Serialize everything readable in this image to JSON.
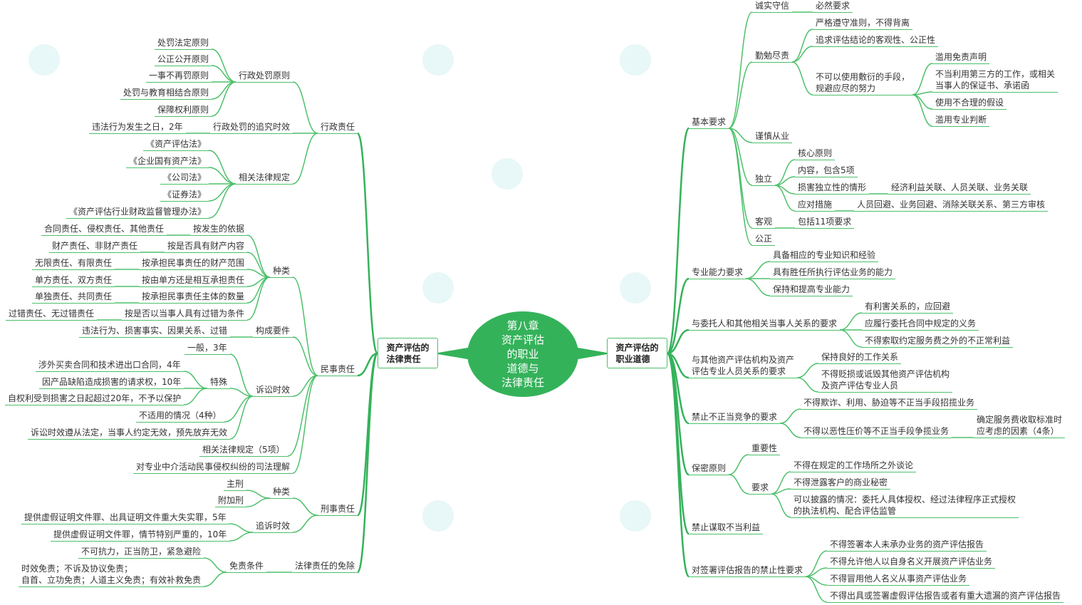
{
  "center_topic": "第八章\n资产评估\n的职业\n道德与\n法律责任",
  "legal": {
    "title": "资产评估的\n法律责任",
    "admin": {
      "label": "行政责任",
      "principles": {
        "label": "行政处罚原则",
        "items": [
          "处罚法定原则",
          "公正公开原则",
          "一事不再罚原则",
          "处罚与教育相结合原则",
          "保障权利原则"
        ]
      },
      "limitation": {
        "label": "行政处罚的追究时效",
        "value": "违法行为发生之日，2年"
      },
      "laws": {
        "label": "相关法律规定",
        "items": [
          "《资产评估法》",
          "《企业国有资产法》",
          "《公司法》",
          "《证券法》",
          "《资产评估行业财政监督管理办法》"
        ]
      }
    },
    "civil": {
      "label": "民事责任",
      "types": {
        "label": "种类",
        "items": [
          {
            "basis": "按发生的依据",
            "value": "合同责任、侵权责任、其他责任"
          },
          {
            "basis": "按是否具有财产内容",
            "value": "财产责任、非财产责任"
          },
          {
            "basis": "按承担民事责任的财产范围",
            "value": "无限责任、有限责任"
          },
          {
            "basis": "按由单方还是相互承担责任",
            "value": "单方责任、双方责任"
          },
          {
            "basis": "按承担民事责任主体的数量",
            "value": "单独责任、共同责任"
          },
          {
            "basis": "按是否以当事人具有过错为条件",
            "value": "过错责任、无过错责任"
          }
        ]
      },
      "elements": {
        "label": "构成要件",
        "value": "违法行为、损害事实、因果关系、过错"
      },
      "limitation": {
        "label": "诉讼时效",
        "general": "一般，3年",
        "special": {
          "label": "特殊",
          "items": [
            "涉外买卖合同和技术进出口合同，4年",
            "因产品缺陷造成损害的请求权，10年",
            "自权利受到损害之日起超过20年，不予以保护"
          ]
        },
        "not_applicable": "不适用的情况（4种）",
        "rule": "诉讼时效遵从法定，当事人约定无效，预先放弃无效"
      },
      "laws": "相关法律规定（5项）",
      "judicial": "对专业中介活动民事侵权纠纷的司法理解"
    },
    "criminal": {
      "label": "刑事责任",
      "types": {
        "label": "种类",
        "items": [
          "主刑",
          "附加刑"
        ]
      },
      "limitation": {
        "label": "追诉时效",
        "items": [
          "提供虚假证明文件罪、出具证明文件重大失实罪，5年",
          "提供虚假证明文件罪，情节特别严重的，10年"
        ]
      }
    },
    "exemption": {
      "label": "法律责任的免除",
      "conditions": {
        "label": "免责条件",
        "items": [
          "不可抗力，正当防卫，紧急避险",
          "时效免责；不诉及协议免责；\n自首、立功免责；人道主义免责；有效补救免责"
        ]
      }
    }
  },
  "ethics": {
    "title": "资产评估的\n职业道德",
    "basic": {
      "label": "基本要求",
      "honesty": {
        "label": "诚实守信",
        "value": "必然要求"
      },
      "diligence": {
        "label": "勤勉尽责",
        "items": [
          "严格遵守准则，不得背离",
          "追求评估结论的客观性、公正性"
        ],
        "evasion": {
          "label": "不可以使用敷衍的手段，\n规避应尽的努力",
          "items": [
            "滥用免责声明",
            "不当利用第三方的工作，或相关\n当事人的保证书、承诺函",
            "使用不合理的假设",
            "滥用专业判断"
          ]
        }
      },
      "prudence": "谨慎从业",
      "independence": {
        "label": "独立",
        "core": "核心原则",
        "content": "内容，包含5项",
        "threats": {
          "label": "损害独立性的情形",
          "value": "经济利益关联、人员关联、业务关联"
        },
        "measures": {
          "label": "应对措施",
          "value": "人员回避、业务回避、消除关联关系、第三方审核"
        }
      },
      "objectivity": {
        "label": "客观",
        "value": "包括11项要求"
      },
      "fairness": "公正"
    },
    "competence": {
      "label": "专业能力要求",
      "items": [
        "具备相应的专业知识和经验",
        "具有胜任所执行评估业务的能力",
        "保持和提高专业能力"
      ]
    },
    "client": {
      "label": "与委托人和其他相关当事人关系的要求",
      "items": [
        "有利害关系的，应回避",
        "应履行委托合同中规定的义务",
        "不得索取约定服务费之外的不正常利益"
      ]
    },
    "peers": {
      "label": "与其他资产评估机构及资产\n评估专业人员关系的要求",
      "items": [
        "保持良好的工作关系",
        "不得贬损或诋毁其他资产评估机构\n及资产评估专业人员"
      ]
    },
    "competition": {
      "label": "禁止不正当竞争的要求",
      "items": [
        "不得欺诈、利用、胁迫等不正当手段招揽业务"
      ],
      "pricing": {
        "label": "不得以恶性压价等不正当手段争揽业务",
        "value": "确定服务费收取标准时\n应考虑的因素（4条）"
      }
    },
    "confidentiality": {
      "label": "保密原则",
      "importance": "重要性",
      "requirements": {
        "label": "要求",
        "items": [
          "不得在规定的工作场所之外谈论",
          "不得泄露客户的商业秘密",
          "可以披露的情况：委托人具体授权、经过法律程序正式授权\n的执法机构、配合评估监管"
        ]
      }
    },
    "no_improper_benefit": "禁止谋取不当利益",
    "signing": {
      "label": "对签署评估报告的禁止性要求",
      "items": [
        "不得签署本人未承办业务的资产评估报告",
        "不得允许他人以自身名义开展资产评估业务",
        "不得冒用他人名义从事资产评估业务",
        "不得出具或签署虚假评估报告或者有重大遗漏的资产评估报告"
      ]
    }
  },
  "colors": {
    "accent": "#34b25a",
    "line": "#4cc06a"
  }
}
